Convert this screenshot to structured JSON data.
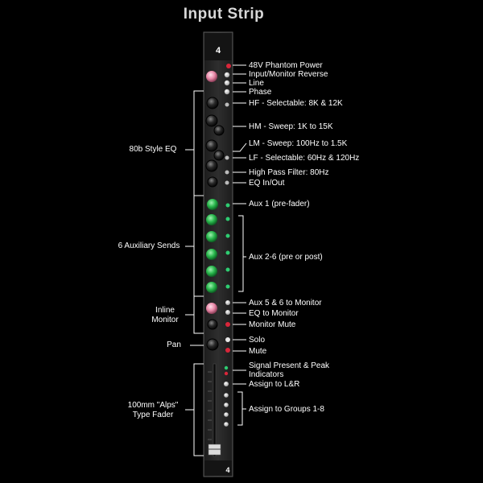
{
  "title": "Input Strip",
  "strip": {
    "channel_top": "4",
    "channel_bottom": "4"
  },
  "right_labels": [
    "48V Phantom Power",
    "Input/Monitor Reverse",
    "Line",
    "Phase",
    "HF - Selectable: 8K & 12K",
    "HM - Sweep: 1K to 15K",
    "LM - Sweep: 100Hz to 1.5K",
    "LF - Selectable: 60Hz & 120Hz",
    "High Pass Filter: 80Hz",
    "EQ In/Out",
    "Aux 1 (pre-fader)",
    "Aux 2-6 (pre or post)",
    "Aux 5 & 6 to Monitor",
    "EQ to Monitor",
    "Monitor Mute",
    "Solo",
    "Mute",
    "Signal Present & Peak",
    "Indicators",
    "Assign to L&R",
    "Assign to Groups 1-8"
  ],
  "left_labels": {
    "eq": "80b Style EQ",
    "aux": "6 Auxiliary Sends",
    "inline_1": "Inline",
    "inline_2": "Monitor",
    "pan": "Pan",
    "fader_1": "100mm \"Alps\"",
    "fader_2": "Type Fader"
  },
  "colors": {
    "background": "#000000",
    "panel": "#2a2a2a",
    "knob_green": "#27b54a",
    "knob_pink": "#e889a8",
    "led_red": "#d8263a",
    "led_green": "#2ecc71",
    "line": "#ffffff"
  }
}
